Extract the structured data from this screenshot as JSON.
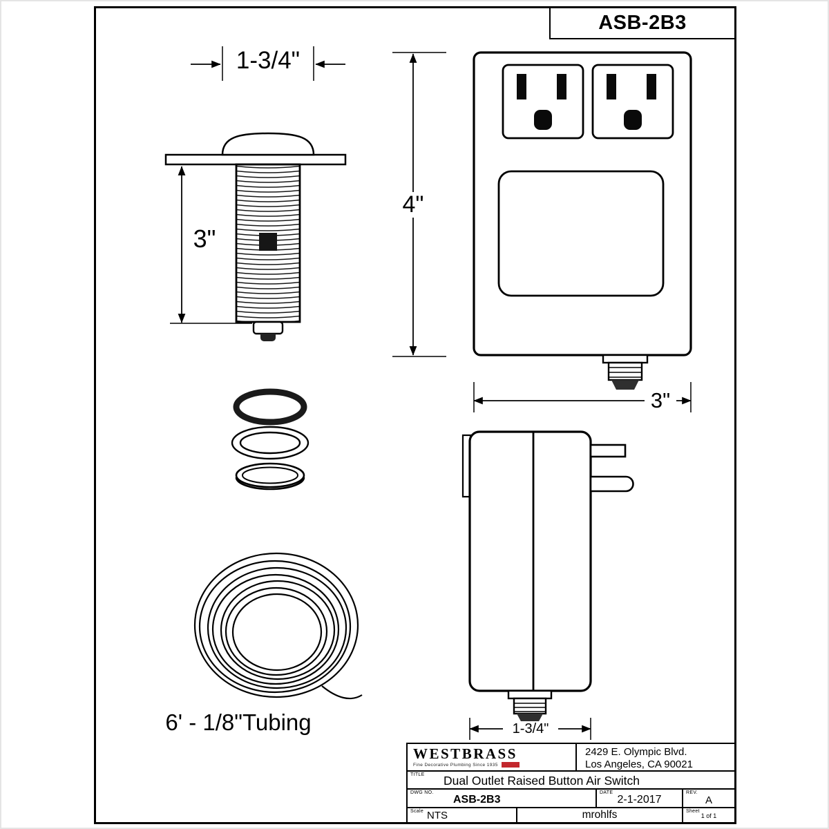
{
  "sheet": {
    "part_number": "ASB-2B3"
  },
  "dimensions": {
    "stem_width": "1-3/4\"",
    "stem_length": "3\"",
    "front_height": "4\"",
    "front_width": "3\"",
    "side_width": "1-3/4\"",
    "tubing_label": "6' - 1/8\"Tubing"
  },
  "title_block": {
    "company": "WESTBRASS",
    "tagline": "Fine Decorative Plumbing Since 1935",
    "address_line1": "2429 E. Olympic Blvd.",
    "address_line2": "Los Angeles, CA 90021",
    "title_label": "TITLE",
    "title": "Dual Outlet Raised Button Air Switch",
    "dwg_label": "DWG NO.",
    "dwg_no": "ASB-2B3",
    "date_label": "DATE",
    "date": "2-1-2017",
    "rev_label": "REV.",
    "rev": "A",
    "scale_label": "Scale",
    "scale": "NTS",
    "drawn_by": "mrohlfs",
    "sheet_label": "Sheet",
    "sheet_value": "1 of 1"
  },
  "colors": {
    "line": "#000000",
    "accent_red": "#c2272d",
    "background": "#ffffff"
  }
}
